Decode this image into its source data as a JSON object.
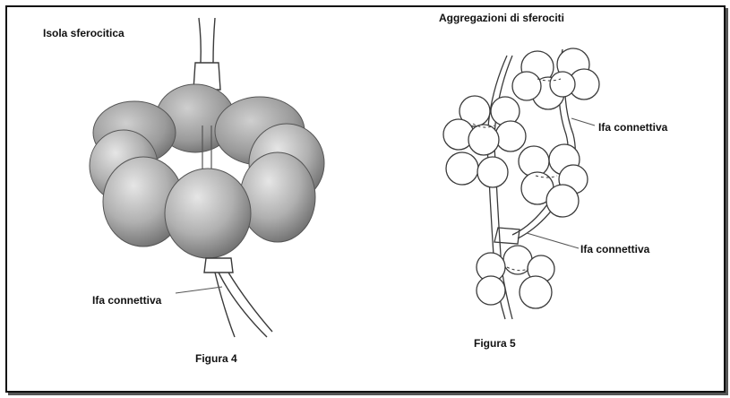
{
  "figure4": {
    "title": "Isola sferocitica",
    "callout": "Ifa connettiva",
    "caption": "Figura 4"
  },
  "figure5": {
    "title": "Aggregazioni di sferociti",
    "callout_upper": "Ifa connettiva",
    "callout_lower": "Ifa connettiva",
    "caption": "Figura 5"
  },
  "colors": {
    "border": "#111111",
    "shadow": "#555555",
    "sphere_light": "#e2e2e2",
    "sphere_dark": "#6e6e6e",
    "ink": "#3a3a3a"
  }
}
